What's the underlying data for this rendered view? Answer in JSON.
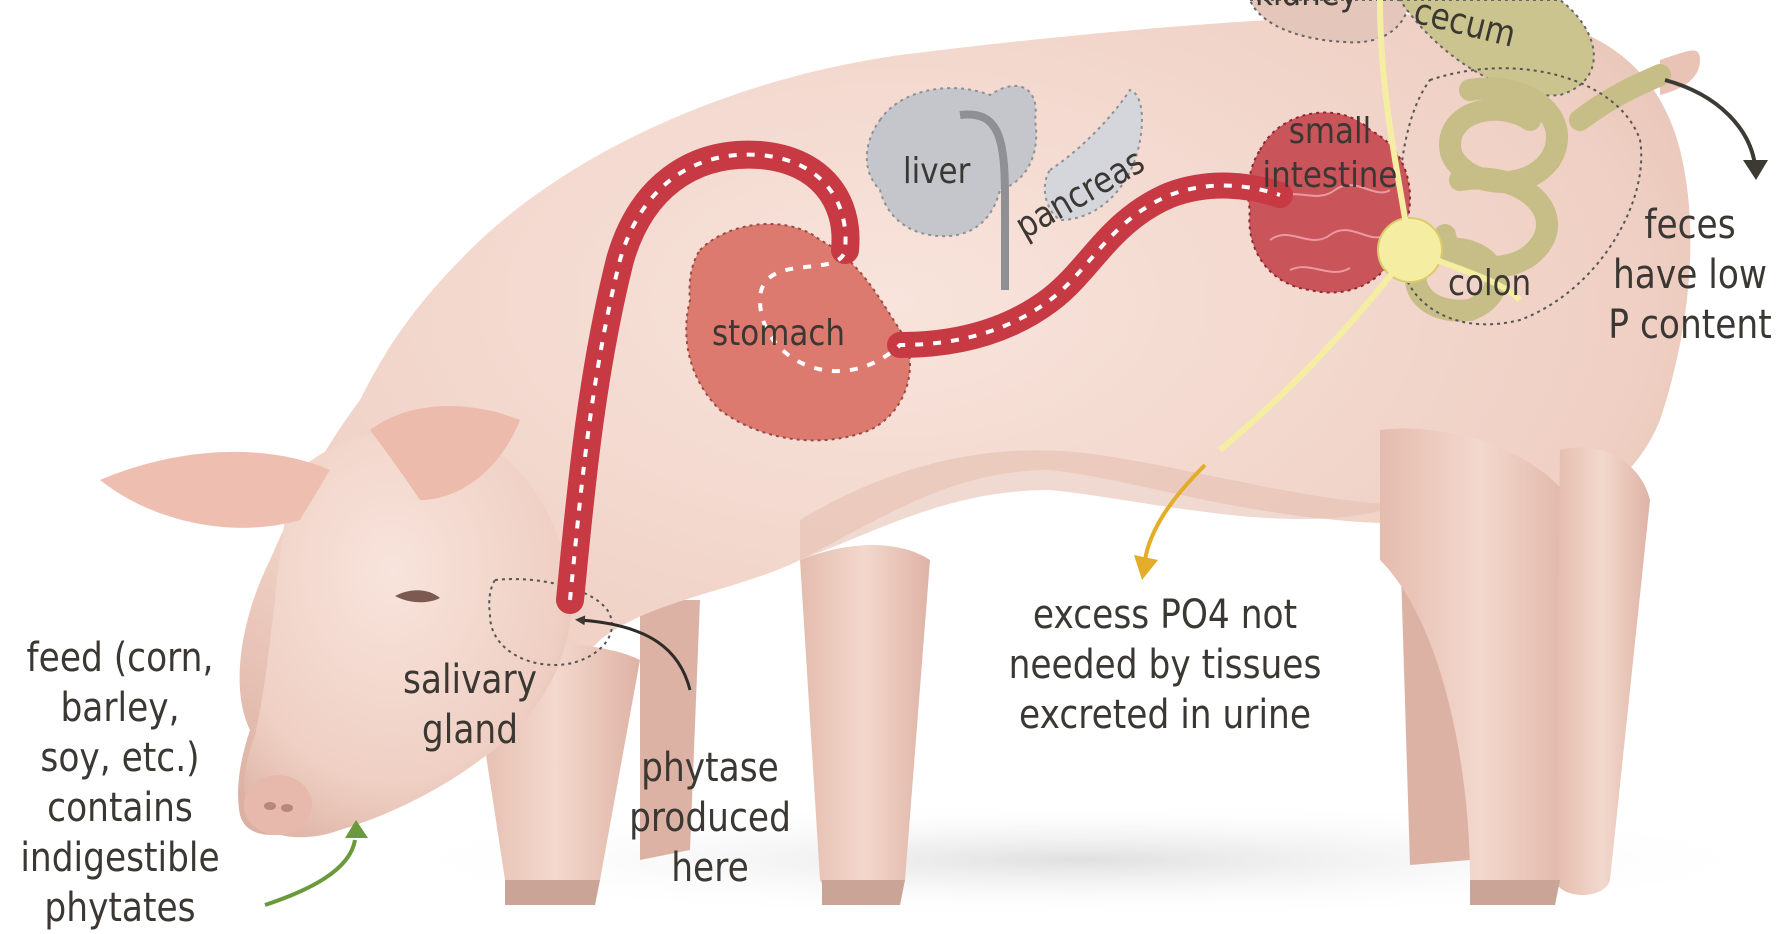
{
  "colors": {
    "pig_skin": "#f3d6cb",
    "pig_shadow": "#d9b0a3",
    "digestive_path": "#c73a44",
    "stomach": "#dd7a70",
    "small_intestine": "#c9545a",
    "liver": "#c4c6cc",
    "colon": "#c6be86",
    "absorption_node": "#f5eea2",
    "urine_arrow": "#e3ad2a",
    "feed_arrow": "#6a9a3b",
    "feces_arrow": "#3d3a34",
    "label_text": "#3b3733"
  },
  "labels": {
    "feed": [
      "feed (corn,",
      "barley,",
      "soy, etc.)",
      "contains",
      "indigestible",
      "phytates"
    ],
    "salivary_gland": [
      "salivary",
      "gland"
    ],
    "phytase": [
      "phytase",
      "produced",
      "here"
    ],
    "stomach": "stomach",
    "liver": "liver",
    "pancreas": "pancreas",
    "kidney": "kidney",
    "cecum": "cecum",
    "small_intestine": [
      "small",
      "intestine"
    ],
    "colon": "colon",
    "feces": [
      "feces",
      "have low",
      "P content"
    ],
    "urine": [
      "excess PO4 not",
      "needed by tissues",
      "excreted in urine"
    ]
  }
}
